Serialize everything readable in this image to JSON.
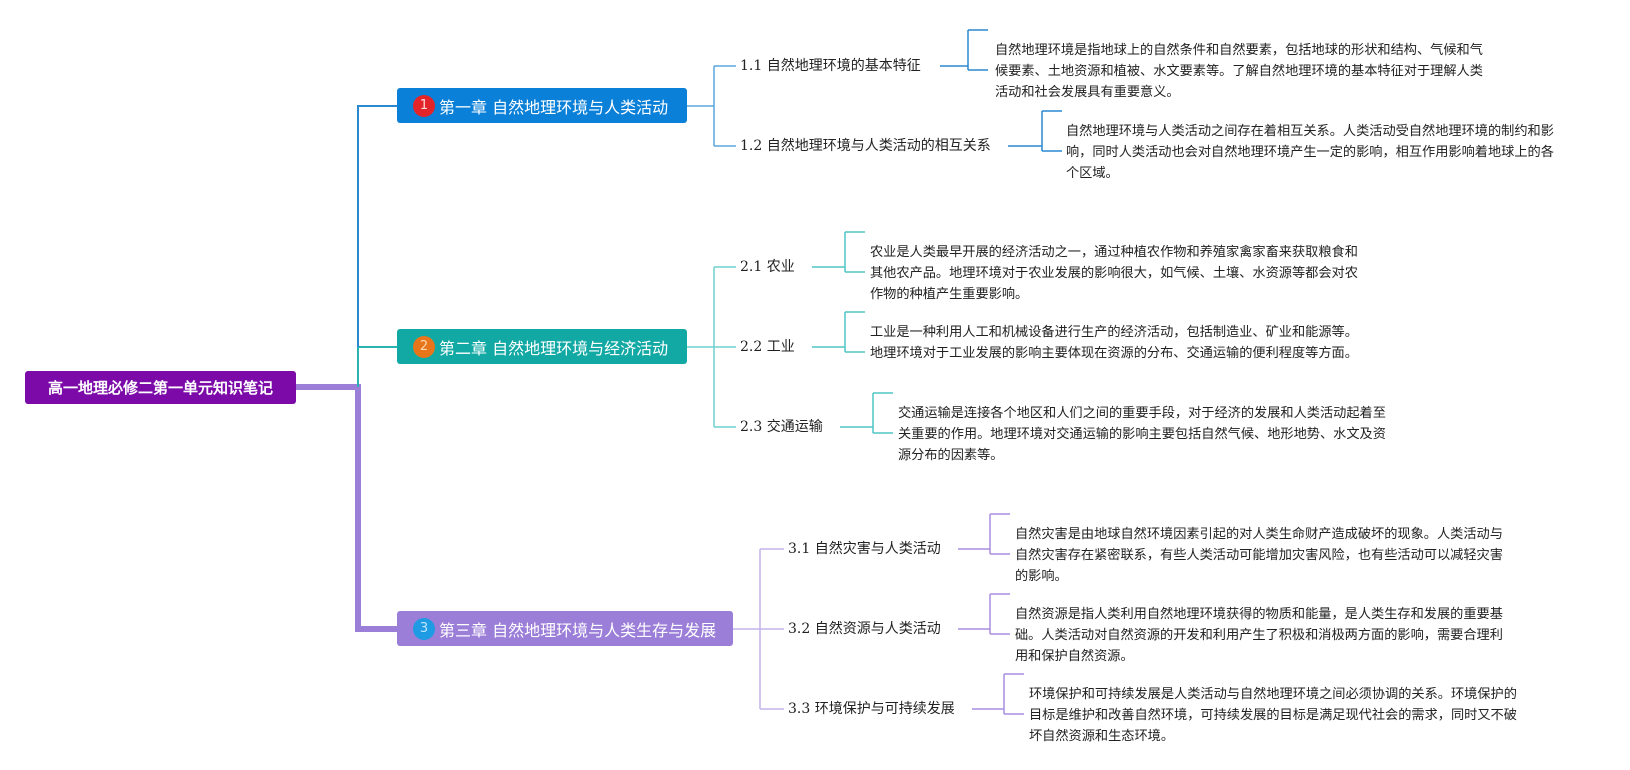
{
  "root": {
    "title": "高一地理必修二第一单元知识笔记"
  },
  "colors": {
    "root": "#7b0aa8",
    "chapter1": "#0b80d8",
    "chapter2": "#12a9a5",
    "chapter3": "#9b7ed8",
    "line1": "#2a88d0",
    "line2": "#4fc6c6",
    "line3": "#a98ee0"
  },
  "chapters": [
    {
      "num": "1",
      "title": "第一章 自然地理环境与人类活动",
      "topics": [
        {
          "title": "1.1 自然地理环境的基本特征",
          "desc": "自然地理环境是指地球上的自然条件和自然要素，包括地球的形状和结构、气候和气候要素、土地资源和植被、水文要素等。了解自然地理环境的基本特征对于理解人类活动和社会发展具有重要意义。"
        },
        {
          "title": "1.2 自然地理环境与人类活动的相互关系",
          "desc": "自然地理环境与人类活动之间存在着相互关系。人类活动受自然地理环境的制约和影响，同时人类活动也会对自然地理环境产生一定的影响，相互作用影响着地球上的各个区域。"
        }
      ]
    },
    {
      "num": "2",
      "title": "第二章 自然地理环境与经济活动",
      "topics": [
        {
          "title": "2.1 农业",
          "desc": "农业是人类最早开展的经济活动之一，通过种植农作物和养殖家禽家畜来获取粮食和其他农产品。地理环境对于农业发展的影响很大，如气候、土壤、水资源等都会对农作物的种植产生重要影响。"
        },
        {
          "title": "2.2 工业",
          "desc": "工业是一种利用人工和机械设备进行生产的经济活动，包括制造业、矿业和能源等。地理环境对于工业发展的影响主要体现在资源的分布、交通运输的便利程度等方面。"
        },
        {
          "title": "2.3 交通运输",
          "desc": "交通运输是连接各个地区和人们之间的重要手段，对于经济的发展和人类活动起着至关重要的作用。地理环境对交通运输的影响主要包括自然气候、地形地势、水文及资源分布的因素等。"
        }
      ]
    },
    {
      "num": "3",
      "title": "第三章 自然地理环境与人类生存与发展",
      "topics": [
        {
          "title": "3.1 自然灾害与人类活动",
          "desc": "自然灾害是由地球自然环境因素引起的对人类生命财产造成破坏的现象。人类活动与自然灾害存在紧密联系，有些人类活动可能增加灾害风险，也有些活动可以减轻灾害的影响。"
        },
        {
          "title": "3.2 自然资源与人类活动",
          "desc": "自然资源是指人类利用自然地理环境获得的物质和能量，是人类生存和发展的重要基础。人类活动对自然资源的开发和利用产生了积极和消极两方面的影响，需要合理利用和保护自然资源。"
        },
        {
          "title": "3.3 环境保护与可持续发展",
          "desc": "环境保护和可持续发展是人类活动与自然地理环境之间必须协调的关系。环境保护的目标是维护和改善自然环境，可持续发展的目标是满足现代社会的需求，同时又不破坏自然资源和生态环境。"
        }
      ]
    }
  ]
}
